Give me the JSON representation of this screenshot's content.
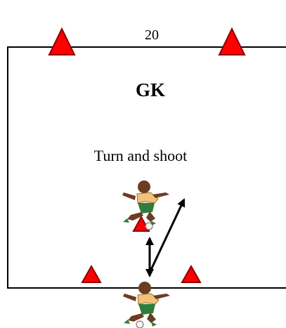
{
  "diagram": {
    "distance_label": "20",
    "goalkeeper_label": "GK",
    "drill_caption": "Turn and shoot",
    "colors": {
      "cone_fill": "#ff0000",
      "cone_stroke": "#8b0000",
      "pitch_outline": "#000000",
      "arrow": "#000000",
      "player_shirt": "#f0c27b",
      "player_shorts": "#2f7d3b",
      "player_skin": "#6b3d23",
      "player_socks": "#2f7d3b",
      "ball": "#f4f4f4"
    },
    "icons": {
      "cone": "triangle-cone-icon",
      "player": "soccer-player-icon",
      "ball": "soccer-ball-icon"
    }
  }
}
